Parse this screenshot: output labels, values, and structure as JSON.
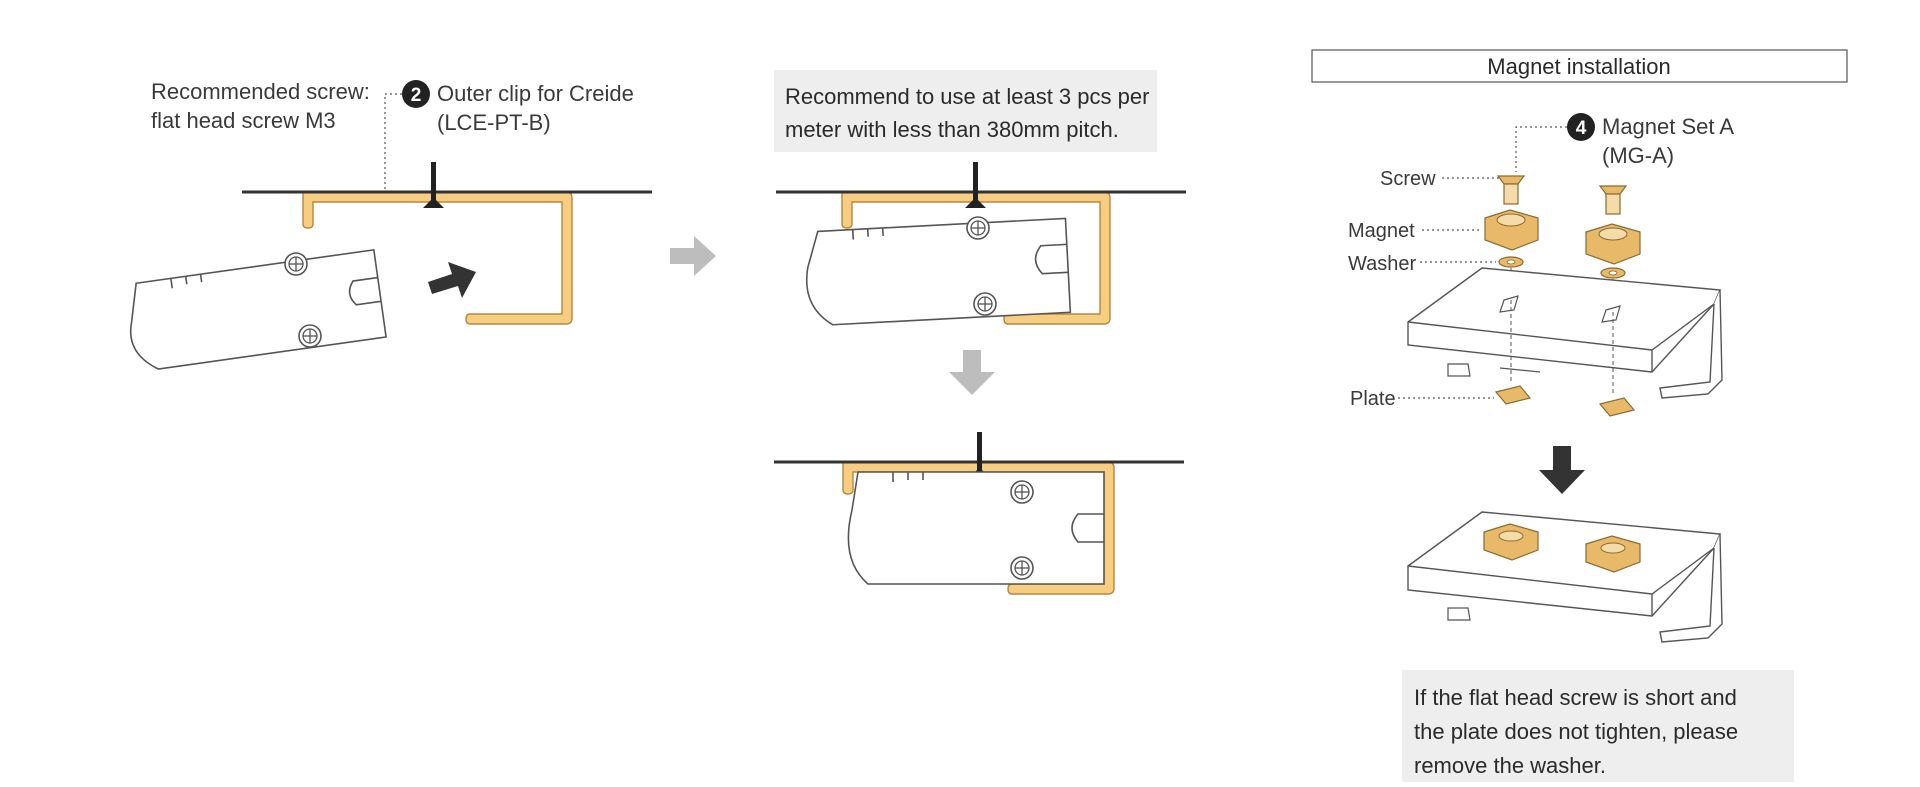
{
  "panel1": {
    "screw_label_line1": "Recommended screw:",
    "screw_label_line2": "flat head screw M3",
    "clip_badge": "2",
    "clip_label_line1": "Outer clip for Creide",
    "clip_label_line2": "(LCE-PT-B)"
  },
  "panel2": {
    "note_line1": "Recommend to use at least 3 pcs per",
    "note_line2": "meter with less than 380mm pitch."
  },
  "panel3": {
    "title": "Magnet installation",
    "magnet_badge": "4",
    "magnet_label_line1": "Magnet Set A",
    "magnet_label_line2": "(MG-A)",
    "parts": {
      "screw": "Screw",
      "magnet": "Magnet",
      "washer": "Washer",
      "plate": "Plate"
    },
    "note_line1": "If the flat head screw is short and",
    "note_line2": "the plate does not tighten, please",
    "note_line3": "remove the washer."
  },
  "colors": {
    "clip": "#f7cd82",
    "clip_stroke": "#b5883f",
    "magnet": "#e9b96a",
    "arrow_dark": "#333333",
    "arrow_light": "#bdbdbd",
    "note_bg": "#eeeeee"
  }
}
